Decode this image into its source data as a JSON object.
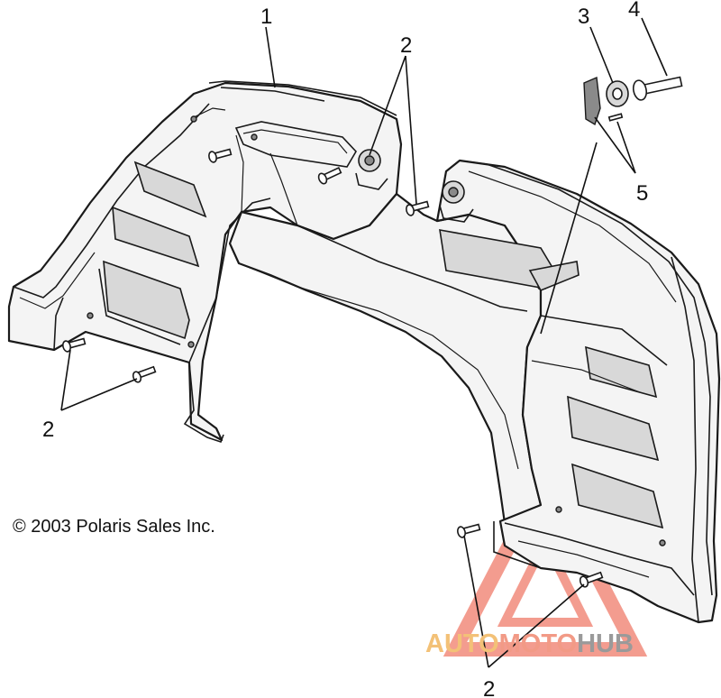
{
  "callouts": {
    "part_1": "1",
    "part_2_top": "2",
    "part_2_left": "2",
    "part_2_bottom": "2",
    "part_3": "3",
    "part_4": "4",
    "part_5": "5"
  },
  "copyright": "© 2003 Polaris Sales Inc.",
  "watermark": {
    "part_a": "AUTO",
    "part_b": "MOTO",
    "part_c": "HUB"
  },
  "colors": {
    "line": "#1a1a1a",
    "watermark_red": "#f29a86",
    "watermark_orange": "#f3c177",
    "watermark_gray": "#9a9a9a"
  }
}
